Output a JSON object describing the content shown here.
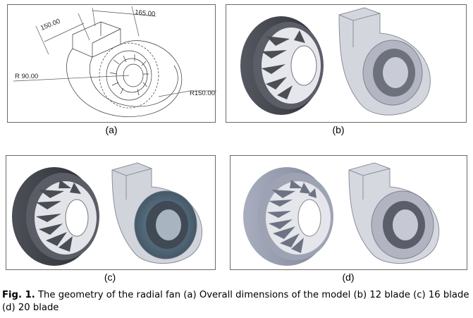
{
  "figure": {
    "panels": [
      {
        "label": "(a)",
        "dimensions": [
          "150.00",
          "165.00",
          "R 90.00",
          "R150.00"
        ]
      },
      {
        "label": "(b)"
      },
      {
        "label": "(c)"
      },
      {
        "label": "(d)"
      }
    ],
    "caption": {
      "fig_label": "Fig. 1.",
      "text": "The geometry of the radial fan (a) Overall dimensions of the model (b) 12 blade (c) 16 blade (d) 20 blade"
    }
  },
  "colors": {
    "rotor_dark": "#3f4147",
    "rotor_light": "#9ea3b4",
    "housing": "#d4d6de",
    "frame": "#6a6a6a"
  }
}
